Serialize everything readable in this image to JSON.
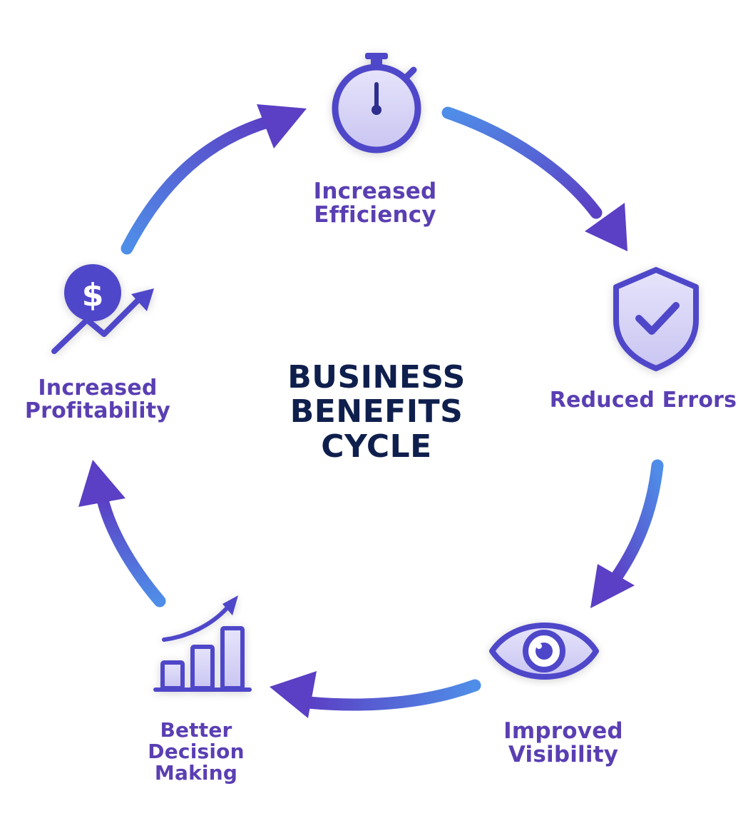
{
  "diagram": {
    "title_lines": [
      "BUSINESS",
      "BENEFITS",
      "CYCLE"
    ],
    "stages": {
      "efficiency": {
        "lines": [
          "Increased",
          "Efficiency"
        ],
        "icon": "stopwatch-icon"
      },
      "errors": {
        "lines": [
          "Reduced Errors"
        ],
        "icon": "shield-check-icon"
      },
      "visibility": {
        "lines": [
          "Improved",
          "Visibility"
        ],
        "icon": "eye-icon"
      },
      "decision": {
        "lines": [
          "Better",
          "Decision",
          "Making"
        ],
        "icon": "bar-chart-growth-icon"
      },
      "profitability": {
        "lines": [
          "Increased",
          "Profitability"
        ],
        "icon": "dollar-growth-icon"
      }
    },
    "colors": {
      "label": "#5a3fb3",
      "title": "#0f1f4d",
      "arrow_start": "#4f8ee8",
      "arrow_end": "#5b3fc4",
      "icon_stroke": "#4f46c9",
      "icon_fill": "#d9d7f7"
    }
  }
}
